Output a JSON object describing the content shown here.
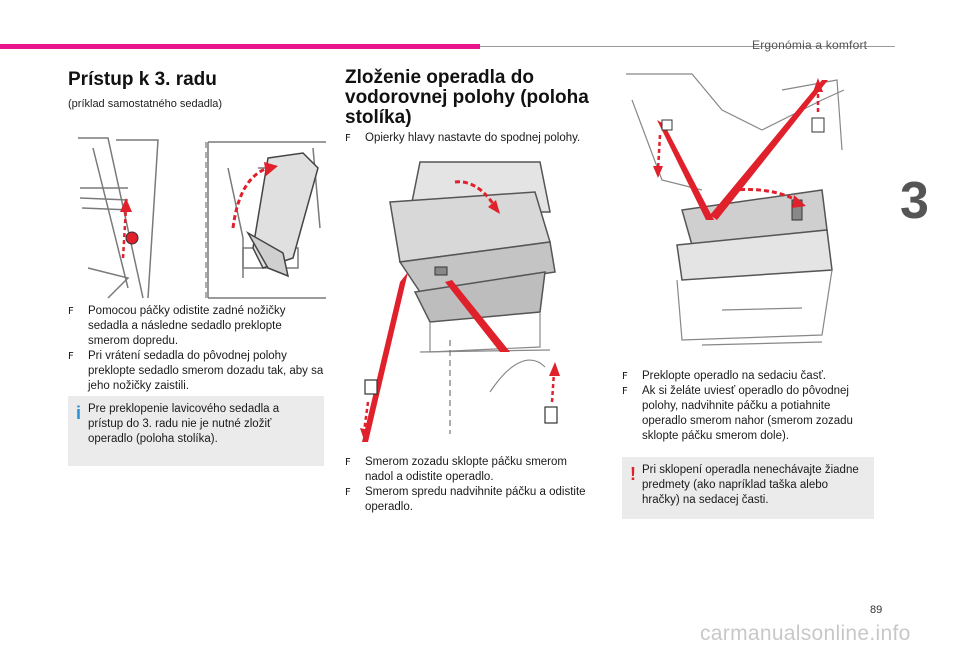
{
  "header": {
    "chapter_title": "Ergonómia a komfort",
    "chapter_number": "3",
    "accent_color": "#e8158c",
    "accent_red": "#e0202a"
  },
  "col1": {
    "title": "Prístup k 3. radu",
    "subtitle": "(príklad samostatného sedadla)",
    "bullets": [
      "Pomocou páčky odistite zadné nožičky sedadla a následne sedadlo preklopte smerom dopredu.",
      "Pri vrátení sedadla do pôvodnej polohy preklopte sedadlo smerom dozadu tak, aby sa jeho nožičky zaistili."
    ],
    "note": "Pre preklopenie lavicového sedadla a prístup do 3. radu nie je nutné zložiť operadlo (poloha stolíka).",
    "note_glyph": "i"
  },
  "col2": {
    "title_line1": "Zloženie operadla do",
    "title_line2": "vodorovnej polohy (poloha",
    "title_line3": "stolíka)",
    "intro_bullet": "Opierky hlavy nastavte do spodnej polohy.",
    "bullets": [
      "Smerom zozadu sklopte páčku smerom nadol a odistite operadlo.",
      "Smerom spredu nadvihnite páčku a odistite operadlo."
    ]
  },
  "col3": {
    "bullets": [
      "Preklopte operadlo na sedaciu časť.",
      "Ak si želáte uviesť operadlo do pôvodnej polohy, nadvihnite páčku a potiahnite operadlo smerom nahor (smerom zozadu sklopte páčku smerom dole)."
    ],
    "warning": "Pri sklopení operadla nenechávajte žiadne predmety (ako napríklad taška alebo hračky) na sedacej časti.",
    "warning_glyph": "!"
  },
  "bullet_marker": "F",
  "footer": {
    "page_number": "89",
    "watermark": "carmanualsonline.info"
  }
}
